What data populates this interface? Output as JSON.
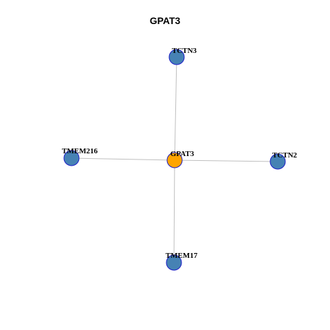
{
  "graph": {
    "title": "GPAT3",
    "nodes": [
      {
        "id": "GPAT3",
        "label": "GPAT3",
        "role": "center"
      },
      {
        "id": "TCTN3",
        "label": "TCTN3",
        "role": "neighbor"
      },
      {
        "id": "TMEM216",
        "label": "TMEM216",
        "role": "neighbor"
      },
      {
        "id": "TCTN2",
        "label": "TCTN2",
        "role": "neighbor"
      },
      {
        "id": "TMEM17",
        "label": "TMEM17",
        "role": "neighbor"
      }
    ],
    "edges": [
      {
        "source": "GPAT3",
        "target": "TCTN3"
      },
      {
        "source": "GPAT3",
        "target": "TMEM216"
      },
      {
        "source": "GPAT3",
        "target": "TCTN2"
      },
      {
        "source": "GPAT3",
        "target": "TMEM17"
      }
    ],
    "colors": {
      "center_fill": "#FFA500",
      "neighbor_fill": "#4682B4",
      "node_stroke": "#1C1CC8",
      "edge": "#BEBEBE"
    }
  }
}
